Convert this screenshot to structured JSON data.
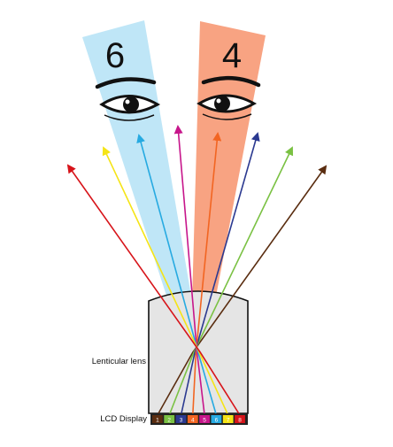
{
  "eyes": [
    {
      "number": "6",
      "beam_color": "#bfe6f7"
    },
    {
      "number": "4",
      "beam_color": "#f8a382"
    }
  ],
  "labels": {
    "lens": "Lenticular lens",
    "display": "LCD Display"
  },
  "pixels": [
    {
      "number": "1",
      "color": "#5a2d10"
    },
    {
      "number": "2",
      "color": "#7ac143"
    },
    {
      "number": "3",
      "color": "#2b3990"
    },
    {
      "number": "4",
      "color": "#f26522"
    },
    {
      "number": "5",
      "color": "#c7168b"
    },
    {
      "number": "6",
      "color": "#27aae1"
    },
    {
      "number": "7",
      "color": "#f5e416"
    },
    {
      "number": "8",
      "color": "#d7141a"
    }
  ]
}
